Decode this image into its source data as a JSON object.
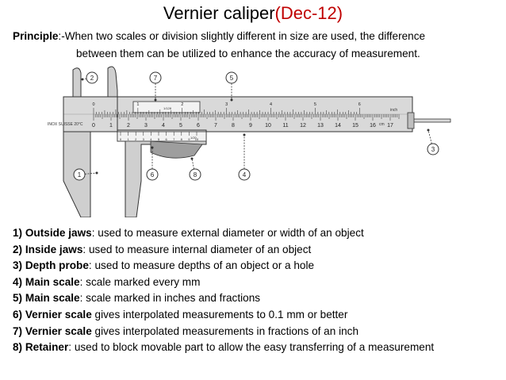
{
  "title": {
    "main": "Vernier caliper",
    "accent": "(Dec-12)"
  },
  "principle": {
    "label": "Principle",
    "line1": ":-When two scales or division slightly different in size are used, the difference",
    "line2": "between them can be utilized to enhance the accuracy of measurement."
  },
  "diagram": {
    "callouts": [
      "1",
      "2",
      "3",
      "4",
      "5",
      "6",
      "7",
      "8"
    ],
    "main_scale_numbers": [
      "0",
      "1",
      "2",
      "3",
      "4",
      "5",
      "6",
      "7",
      "8",
      "9",
      "10",
      "11",
      "12",
      "13",
      "14",
      "15",
      "16",
      "17"
    ],
    "vernier_numbers": [
      "0",
      "1",
      "2",
      "3",
      "4",
      "5",
      "6",
      "7",
      "8",
      "9",
      "10"
    ],
    "inch_numbers": [
      "0",
      "1",
      "2",
      "3",
      "4",
      "5",
      "6"
    ],
    "brand_text": "INOX SUISSE 20°C",
    "inch_label": "inch",
    "cm_label": "cm",
    "vernier_label": "1/20",
    "vernier_inch_label": "1/128"
  },
  "items": [
    {
      "num": "1)",
      "bold": "Outside jaws",
      "text": ": used to measure external diameter or width of an object"
    },
    {
      "num": "2)",
      "bold": "Inside jaws",
      "text": ": used to measure internal diameter of an object"
    },
    {
      "num": "3)",
      "bold": "Depth probe",
      "text": ": used to measure depths of an object or a hole"
    },
    {
      "num": "4)",
      "bold": "Main scale",
      "text": ": scale marked every mm"
    },
    {
      "num": "5)",
      "bold": "Main scale",
      "text": ": scale marked in inches and fractions"
    },
    {
      "num": "6)",
      "bold": "Vernier scale",
      "text": " gives interpolated measurements to 0.1 mm or better"
    },
    {
      "num": "7)",
      "bold": "Vernier scale",
      "text": " gives interpolated measurements in fractions of an inch"
    },
    {
      "num": "8)",
      "bold": "Retainer",
      "text": ": used to block movable part to allow the easy transferring of a measurement"
    }
  ]
}
